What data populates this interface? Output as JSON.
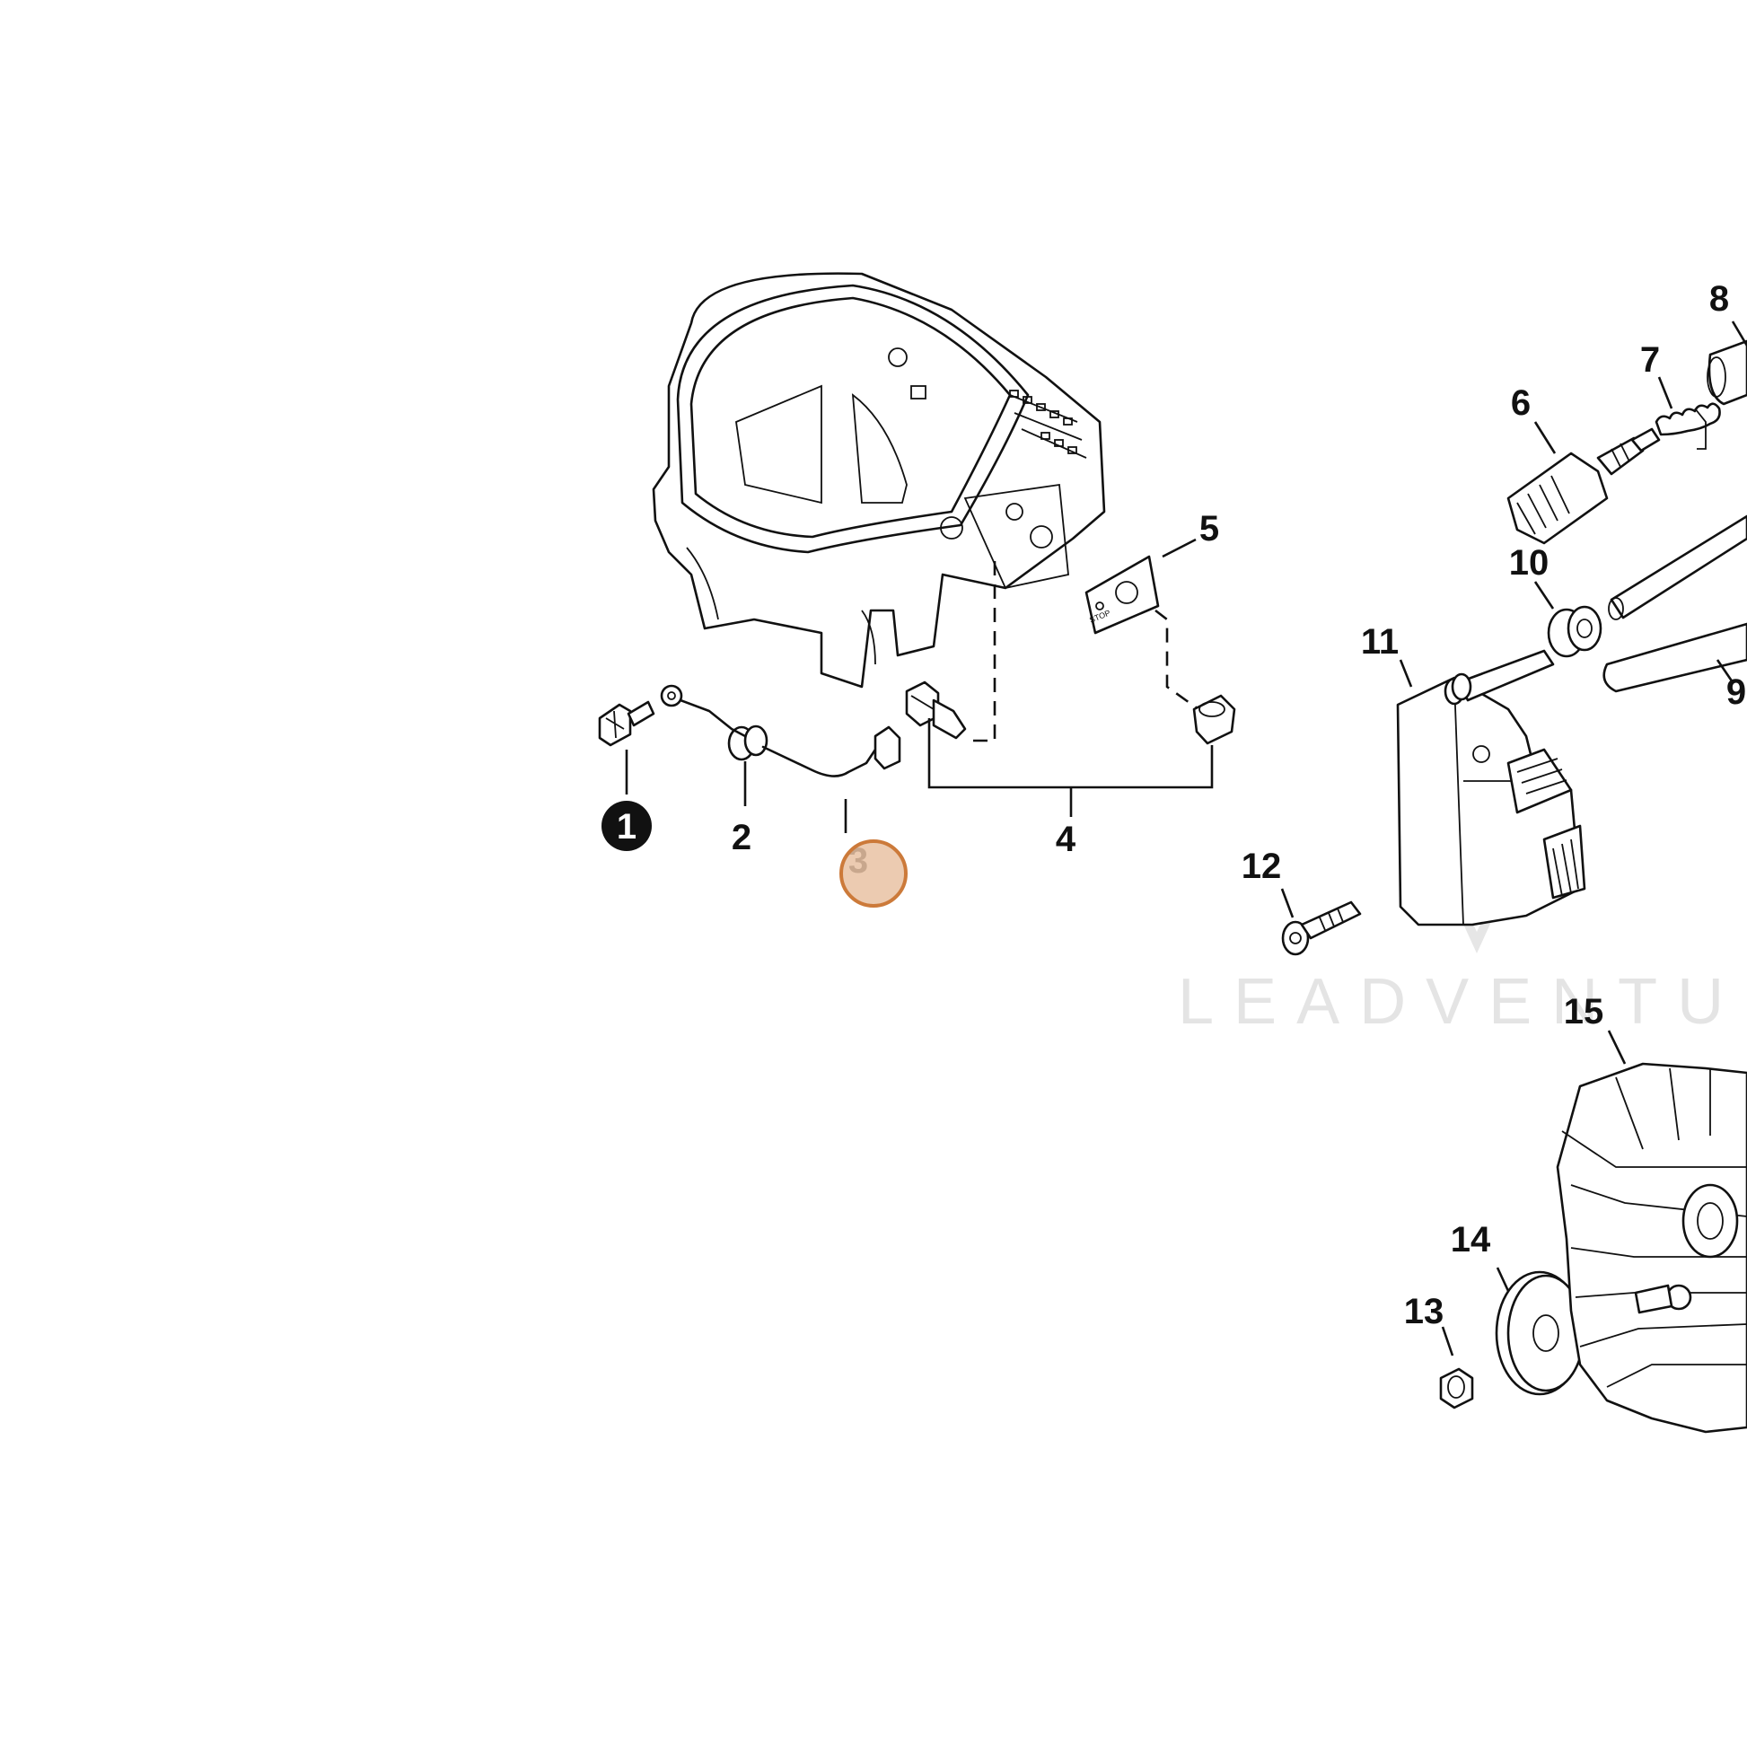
{
  "callouts": {
    "c1": "1",
    "c2": "2",
    "c3": "3",
    "c4": "4",
    "c5": "5",
    "c6": "6",
    "c7": "7",
    "c8": "8",
    "c9": "9",
    "c10": "10",
    "c11": "11",
    "c12": "12",
    "c13": "13",
    "c14": "14",
    "c15": "15"
  },
  "plate_label": "STOP",
  "watermark": "LEADVENTUR",
  "colors": {
    "line": "#111111",
    "highlight_fill": "#e9c2a3",
    "highlight_stroke": "#cc7a3a",
    "watermark": "#e4e4e4"
  },
  "highlighted_callout": "3",
  "filled_callout": "1"
}
